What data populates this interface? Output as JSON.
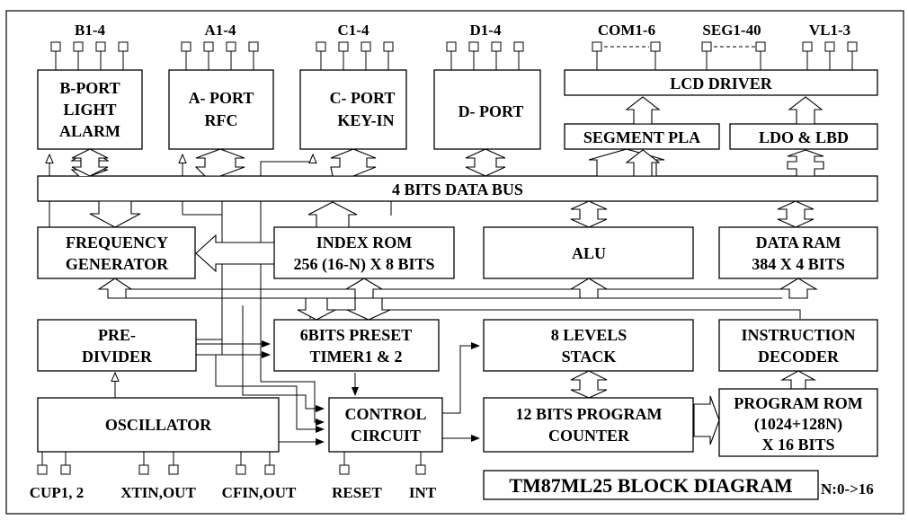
{
  "pins": {
    "b": "B1-4",
    "a": "A1-4",
    "c": "C1-4",
    "d": "D1-4",
    "com": "COM1-6",
    "seg": "SEG1-40",
    "vl": "VL1-3",
    "cup": "CUP1, 2",
    "xtin": "XTIN,OUT",
    "cfin": "CFIN,OUT",
    "reset": "RESET",
    "int": "INT"
  },
  "blocks": {
    "bport": [
      "B-PORT",
      "LIGHT",
      "ALARM"
    ],
    "aport": [
      "A- PORT",
      "RFC"
    ],
    "cport": [
      "C- PORT",
      "KEY-IN"
    ],
    "dport": [
      "D- PORT"
    ],
    "lcd_driver": [
      "LCD DRIVER"
    ],
    "segment_pla": [
      "SEGMENT PLA"
    ],
    "ldo_lbd": [
      "LDO & LBD"
    ],
    "data_bus": [
      "4 BITS DATA BUS"
    ],
    "freq_gen": [
      "FREQUENCY",
      "GENERATOR"
    ],
    "index_rom": [
      "INDEX ROM",
      "256 (16-N) X 8 BITS"
    ],
    "alu": [
      "ALU"
    ],
    "data_ram": [
      "DATA RAM",
      "384 X 4 BITS"
    ],
    "pre_divider": [
      "PRE-",
      "DIVIDER"
    ],
    "preset_timer": [
      "6BITS PRESET",
      "TIMER1 & 2"
    ],
    "stack": [
      "8 LEVELS",
      "STACK"
    ],
    "instr_decoder": [
      "INSTRUCTION",
      "DECODER"
    ],
    "oscillator": [
      "OSCILLATOR"
    ],
    "control": [
      "CONTROL",
      "CIRCUIT"
    ],
    "prog_counter": [
      "12 BITS PROGRAM",
      "COUNTER"
    ],
    "prog_rom": [
      "PROGRAM ROM",
      "(1024+128N)",
      "X 16 BITS"
    ]
  },
  "title": "TM87ML25 BLOCK DIAGRAM",
  "note": "N:0->16"
}
